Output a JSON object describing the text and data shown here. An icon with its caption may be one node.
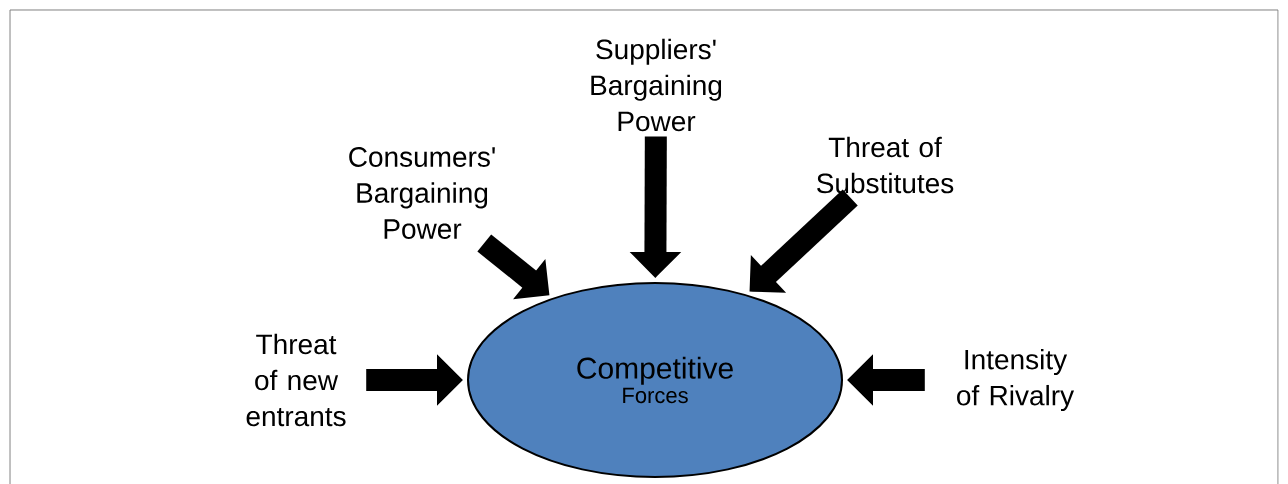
{
  "diagram": {
    "nodes": [
      {
        "text": [
          "Competitive",
          "Forces"
        ]
      },
      {
        "text": [
          "Suppliers' Bargaining Power"
        ]
      },
      {
        "text": [
          "Consumers' Bargaining Power"
        ]
      },
      {
        "text": [
          "Threat of Substitutes"
        ]
      },
      {
        "text": [
          "Threat of new entrants"
        ]
      },
      {
        "text": [
          "Intensity of Rivalry"
        ]
      }
    ],
    "edges": [
      {
        "from": 1,
        "to": 0,
        "arrow": "to"
      },
      {
        "from": 2,
        "to": 0,
        "arrow": "to"
      },
      {
        "from": 3,
        "to": 0,
        "arrow": "to"
      },
      {
        "from": 4,
        "to": 0,
        "arrow": "to"
      },
      {
        "from": 5,
        "to": 0,
        "arrow": "to"
      }
    ]
  }
}
